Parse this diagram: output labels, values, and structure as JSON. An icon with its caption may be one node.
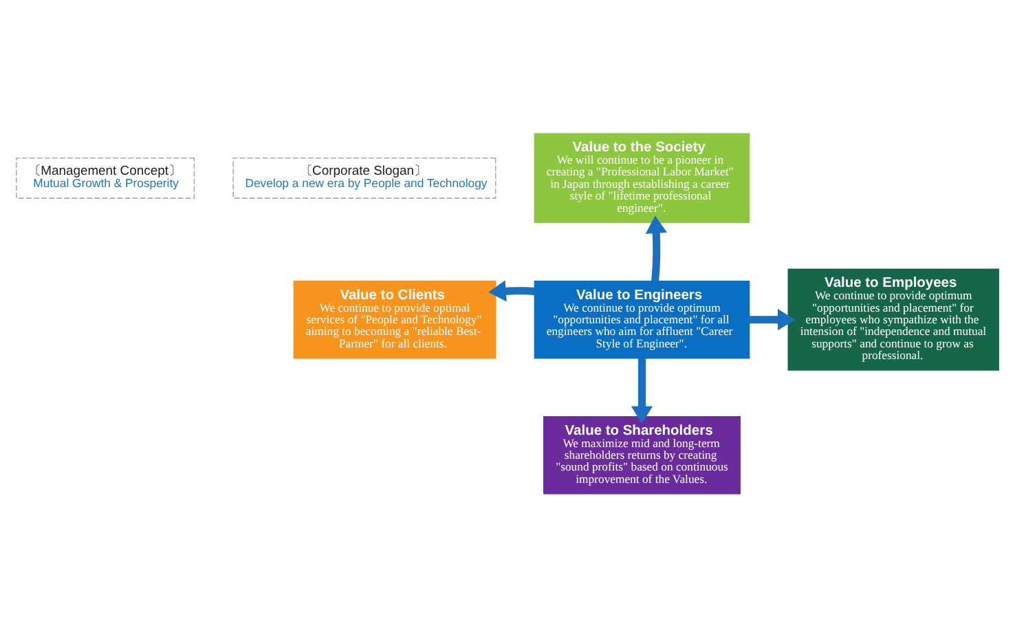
{
  "diagram": {
    "nodes": [
      {
        "text": [
          "〔Management Concept〕",
          "Mutual Growth & Prosperity"
        ]
      },
      {
        "text": [
          "〔Corporate Slogan〕",
          "Develop a new era by People and Technology"
        ]
      },
      {
        "text": [
          "Value to the Society",
          "We will continue to be a pioneer in creating a \"Professional Labor Market\" in Japan through establishing a career style of \"lifetime professional engineer\"."
        ]
      },
      {
        "text": [
          "Value to Clients",
          "We continue to provide optimal services of \"People and Technology\" aiming to becoming a \"reliable Best-Partner\" for all clients."
        ]
      },
      {
        "text": [
          "Value to Engineers",
          "We continue to provide optimum \"opportunities and placement\" for all engineers who aim for affluent \"Career Style of Engineer\"."
        ]
      },
      {
        "text": [
          "Value to Employees",
          "We continue to provide optimum \"opportunities and placement\" for employees who sympathize with the intension of \"independence and mutual supports\" and continue to grow as professional."
        ]
      },
      {
        "text": [
          "Value to Shareholders",
          "We maximize mid and long-term shareholders returns by creating \"sound profits\" based on continuous improvement of the Values."
        ]
      }
    ],
    "edges": [
      {
        "from": 4,
        "to": 2,
        "arrow": "to"
      },
      {
        "from": 4,
        "to": 3,
        "arrow": "to"
      },
      {
        "from": 4,
        "to": 5,
        "arrow": "to"
      },
      {
        "from": 4,
        "to": 6,
        "arrow": "to"
      }
    ]
  }
}
